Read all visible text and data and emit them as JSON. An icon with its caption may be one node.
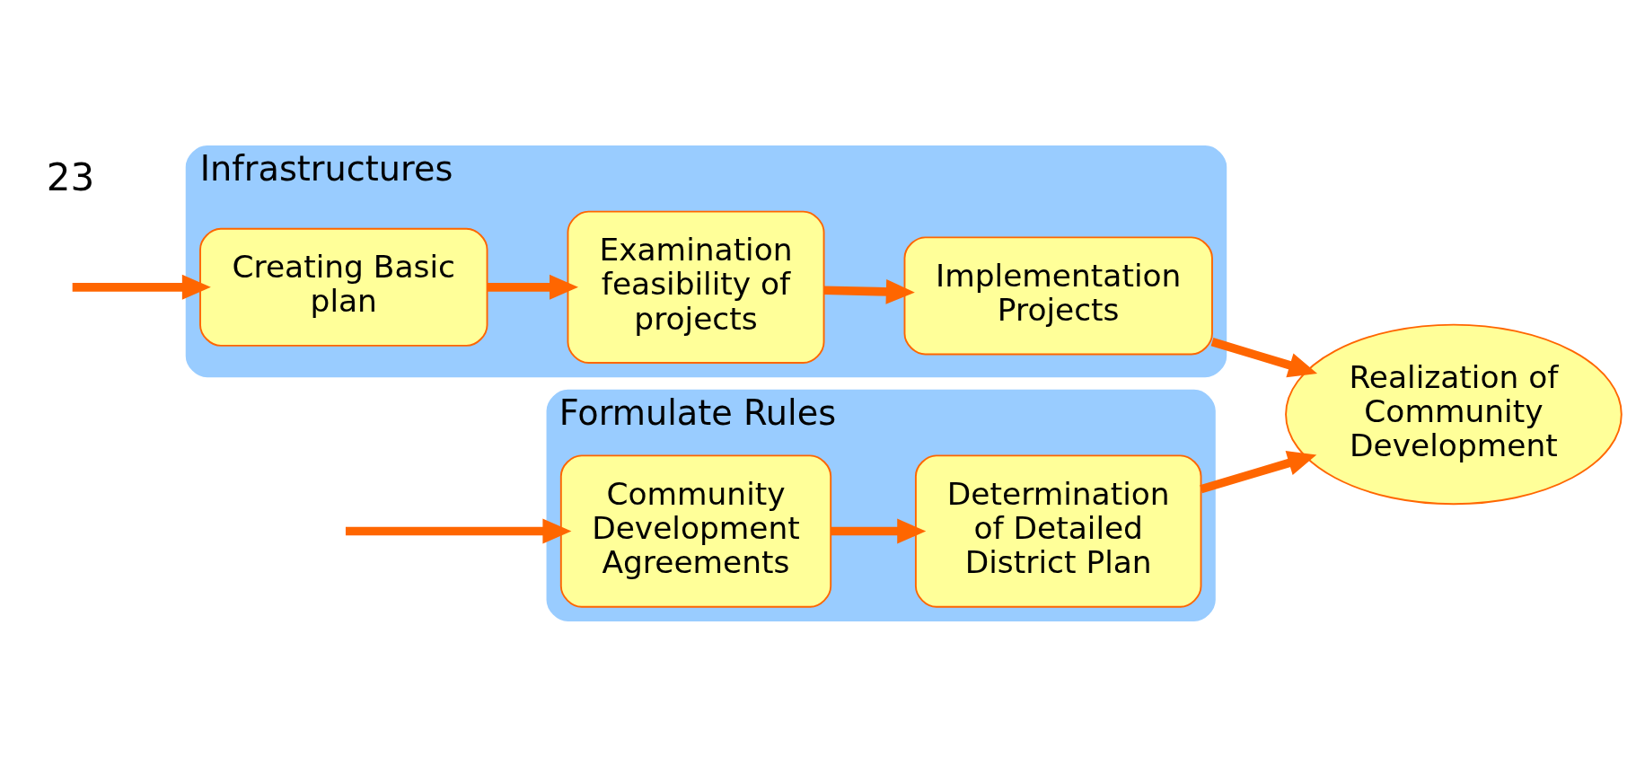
{
  "diagram": {
    "nodes": [
      {
        "text": [
          "Formulate Rules"
        ]
      },
      {
        "text": [
          "Community Development Agreements"
        ],
        "in": 0
      },
      {
        "text": [
          "Determination of Detailed District Plan"
        ],
        "in": 0
      },
      {
        "text": [
          "Realization of Community Development"
        ]
      },
      {
        "text": [
          "Infrastructures"
        ]
      },
      {
        "text": [
          "Creating Basic plan"
        ],
        "in": 4
      },
      {
        "text": [
          "Examination feasibility of projects"
        ],
        "in": 4
      },
      {
        "text": [
          "Implementation Projects"
        ],
        "in": 4
      }
    ],
    "edges": [
      {
        "from": null,
        "to": 1,
        "arrow": "to"
      },
      {
        "from": null,
        "to": 5,
        "arrow": "to"
      },
      {
        "from": 1,
        "to": 2,
        "arrow": "to"
      },
      {
        "from": 2,
        "to": 3,
        "arrow": "to"
      },
      {
        "from": 5,
        "to": 6,
        "arrow": "to"
      },
      {
        "from": 6,
        "to": 7,
        "arrow": "to"
      },
      {
        "from": 7,
        "to": 3,
        "arrow": "to"
      }
    ],
    "labels": [
      "23"
    ]
  }
}
